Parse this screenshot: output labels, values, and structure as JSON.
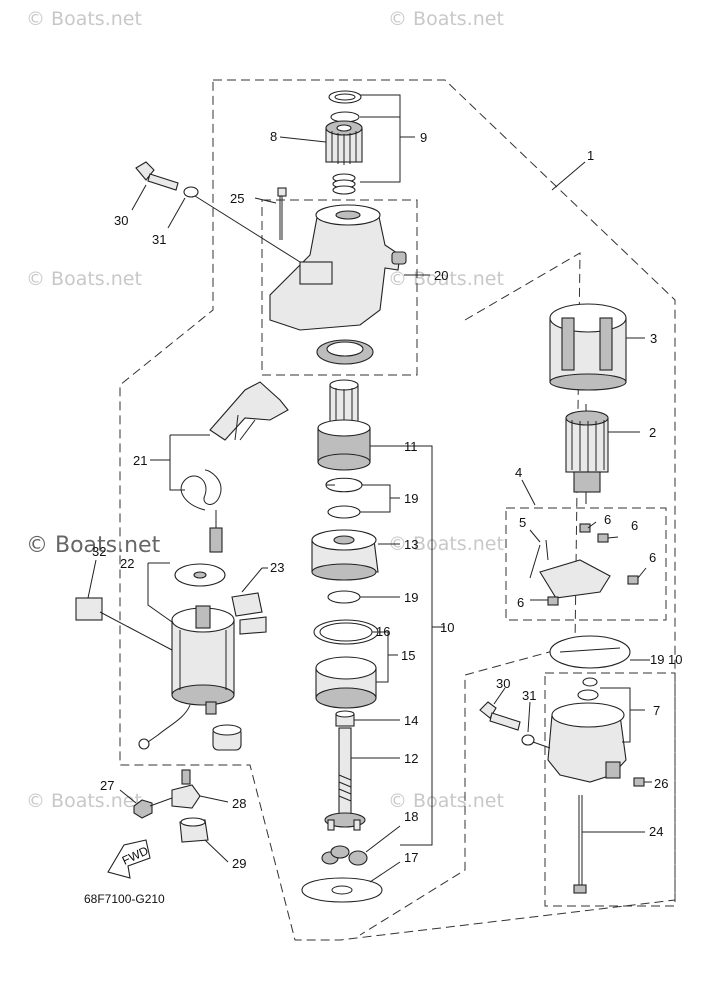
{
  "watermark": "© Boats.net",
  "diagram_code": "68F7100-G210",
  "fwd_label": "FWD",
  "callouts": {
    "c1": "1",
    "c2": "2",
    "c3": "3",
    "c4": "4",
    "c5": "5",
    "c6a": "6",
    "c6b": "6",
    "c6c": "6",
    "c6d": "6",
    "c7": "7",
    "c8": "8",
    "c9": "9",
    "c10a": "10",
    "c10b": "10",
    "c11": "11",
    "c12": "12",
    "c13": "13",
    "c14": "14",
    "c15": "15",
    "c16": "16",
    "c17": "17",
    "c18": "18",
    "c19a": "19",
    "c19b": "19",
    "c19c": "19",
    "c20": "20",
    "c21": "21",
    "c22": "22",
    "c23": "23",
    "c24": "24",
    "c25": "25",
    "c26": "26",
    "c27": "27",
    "c28": "28",
    "c29": "29",
    "c30a": "30",
    "c30b": "30",
    "c31a": "31",
    "c31b": "31",
    "c32": "32"
  }
}
